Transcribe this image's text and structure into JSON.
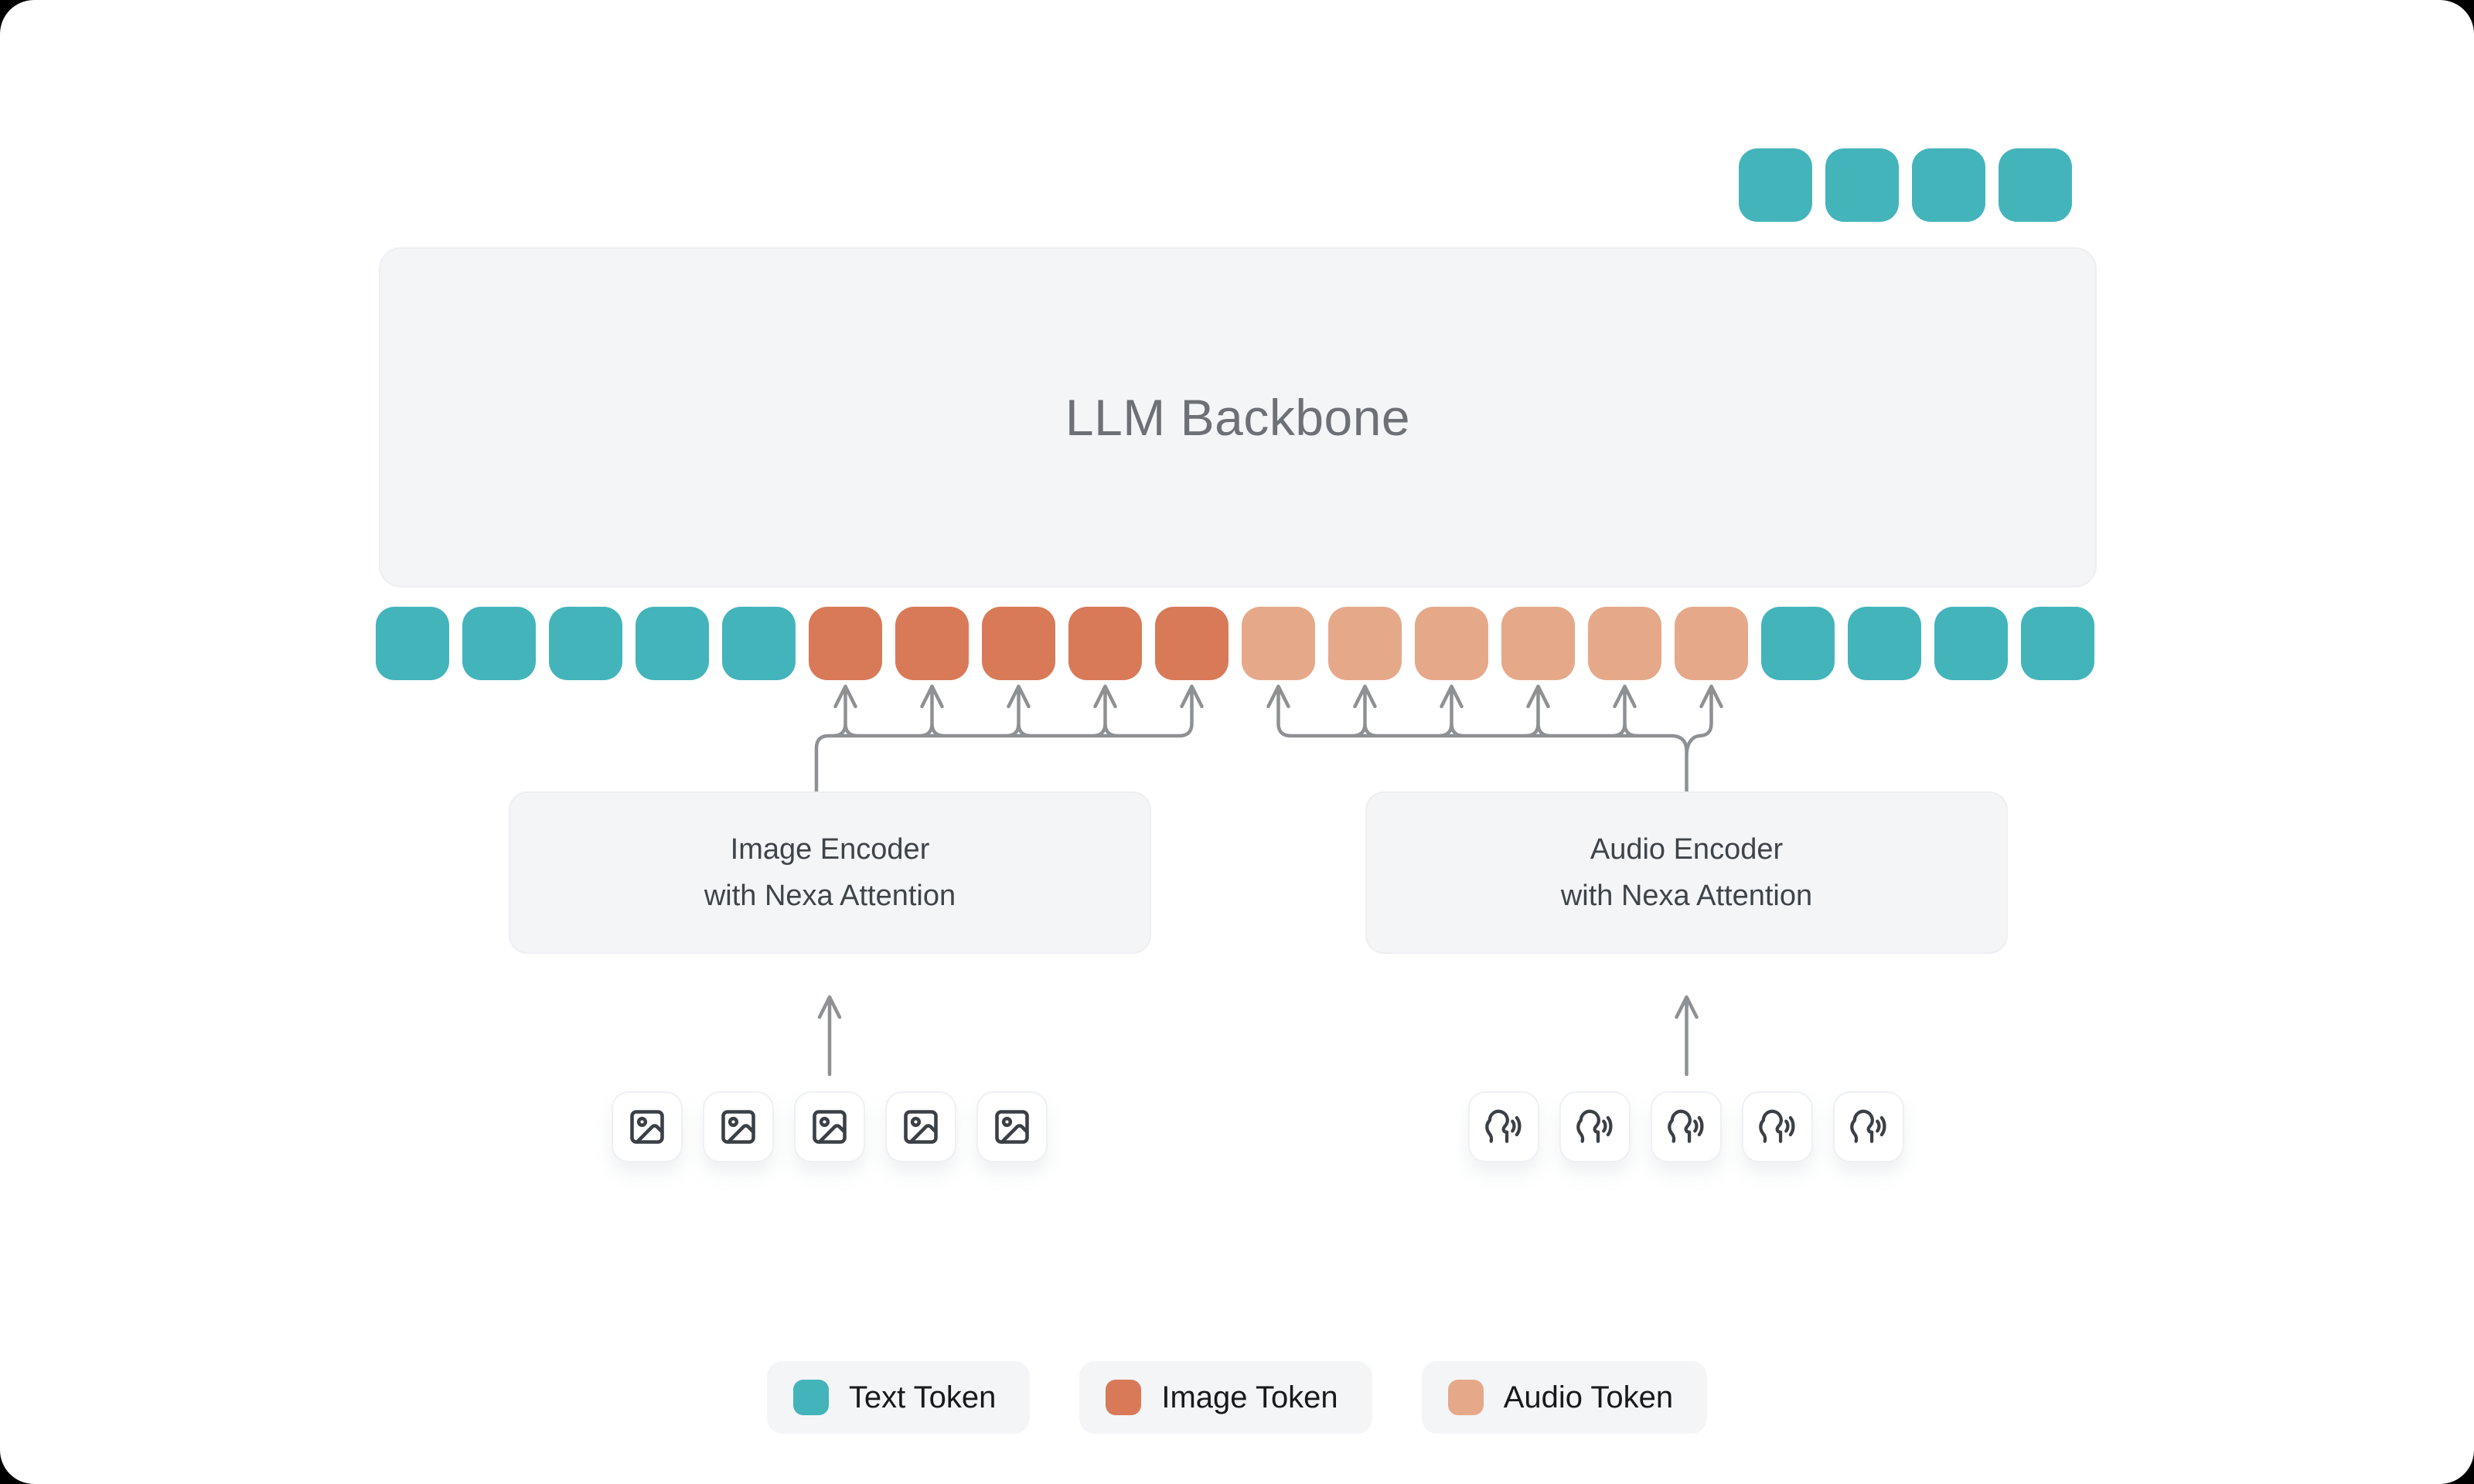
{
  "page": {
    "background": "#000000",
    "card_background": "#ffffff"
  },
  "backbone": {
    "label": "LLM Backbone",
    "fill": "#f4f5f7",
    "text_color": "#6d7176"
  },
  "token_colors": {
    "text": "#44b4bb",
    "image": "#d87a58",
    "audio": "#e5a98a"
  },
  "connector_color": "#8e9194",
  "tokens": {
    "output_row": {
      "type": "text",
      "count": 4
    },
    "sequence_row": [
      {
        "type": "text",
        "count": 5
      },
      {
        "type": "image",
        "count": 5
      },
      {
        "type": "audio",
        "count": 6
      },
      {
        "type": "text",
        "count": 4
      }
    ]
  },
  "encoders": {
    "image": {
      "line1": "Image Encoder",
      "line2": "with Nexa Attention",
      "icon": "image-icon",
      "input_count": 5
    },
    "audio": {
      "line1": "Audio Encoder",
      "line2": "with Nexa Attention",
      "icon": "speaking-head-icon",
      "input_count": 5
    }
  },
  "legend": [
    {
      "label": "Text Token",
      "type": "text"
    },
    {
      "label": "Image Token",
      "type": "image"
    },
    {
      "label": "Audio Token",
      "type": "audio"
    }
  ]
}
